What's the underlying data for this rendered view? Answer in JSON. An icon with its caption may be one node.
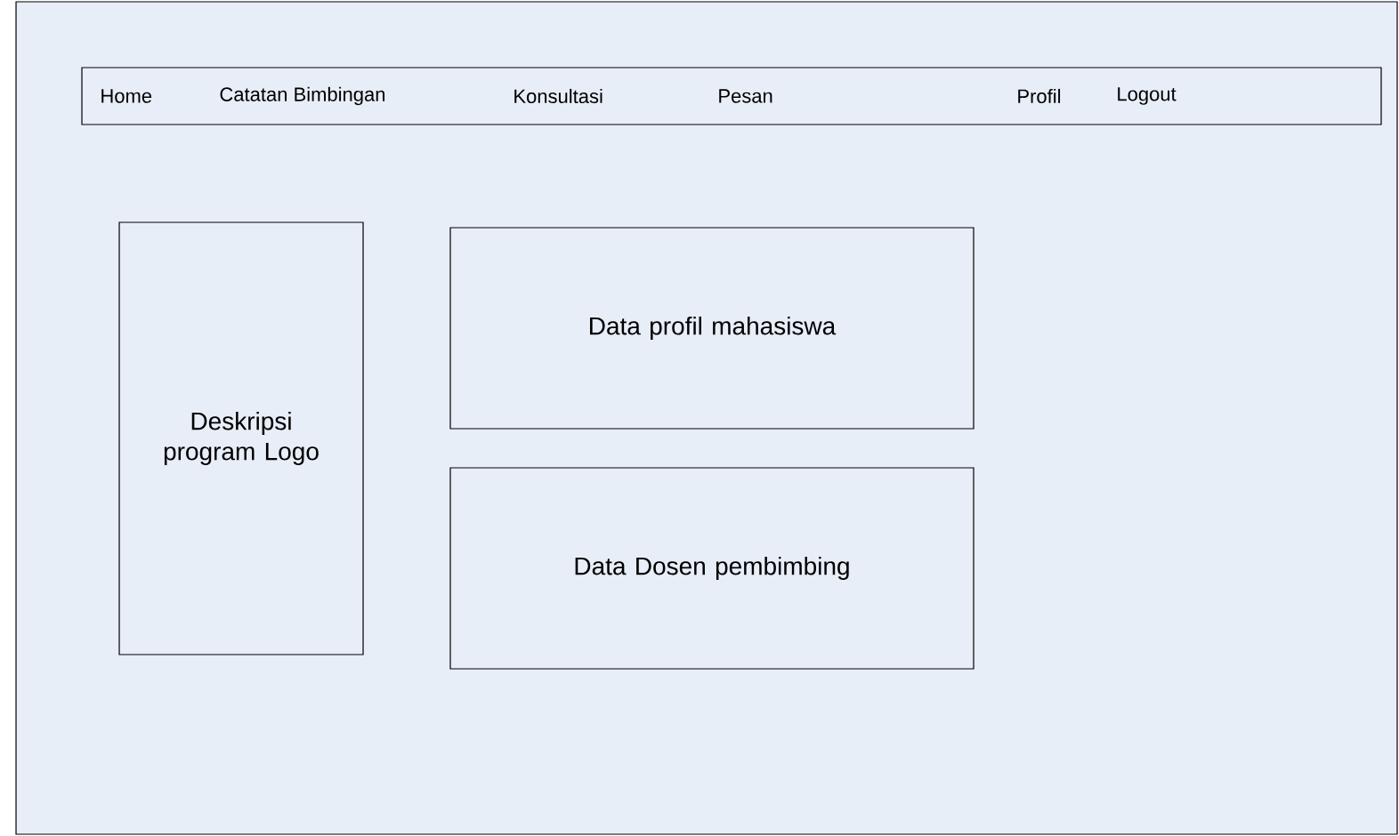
{
  "diagram": {
    "nodes": [
      {
        "text": [
          "Home",
          "Catatan Bimbingan",
          "Konsultasi",
          "Pesan",
          "Profil",
          "Logout"
        ]
      },
      {
        "text": [
          "Deskripsi program Logo"
        ]
      },
      {
        "text": [
          "Data profil mahasiswa"
        ]
      },
      {
        "text": [
          "Data Dosen pembimbing"
        ]
      }
    ]
  }
}
